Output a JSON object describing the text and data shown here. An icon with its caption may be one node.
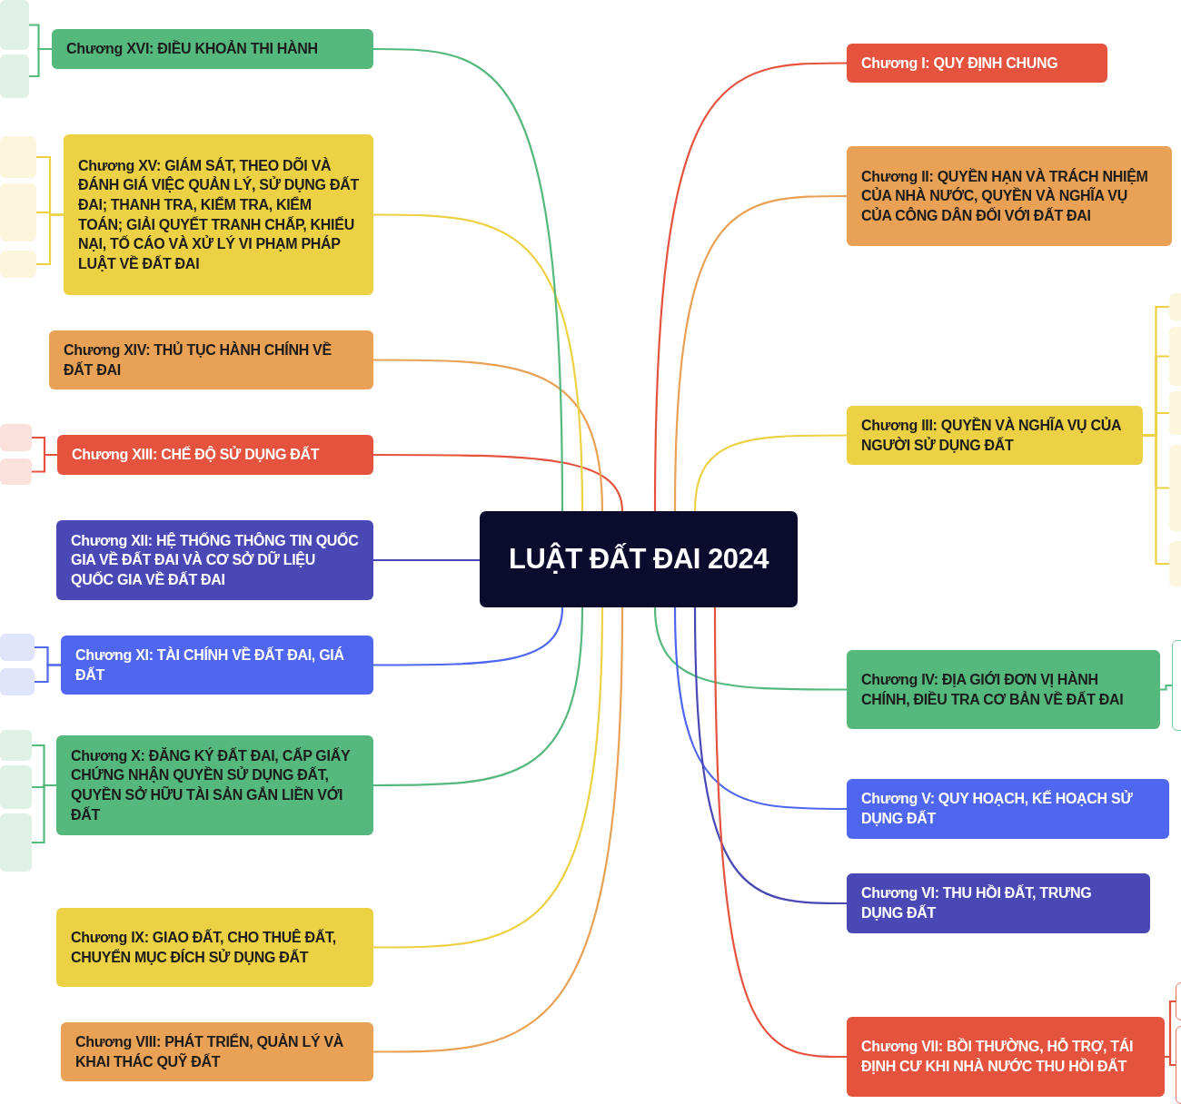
{
  "diagram": {
    "nodes": [
      {
        "text": [
          "LUẬT ĐẤT ĐAI 2024"
        ]
      },
      {
        "text": [
          "Chương I: QUY ĐỊNH CHUNG"
        ]
      },
      {
        "text": [
          "Chương II: QUYỀN HẠN VÀ TRÁCH NHIỆM CỦA NHÀ NƯỚC, QUYỀN VÀ NGHĨA VỤ CỦA CÔNG DÂN ĐỐI VỚI ĐẤT ĐAI"
        ]
      },
      {
        "text": [
          "Chương III: QUYỀN VÀ NGHĨA VỤ CỦA NGƯỜI SỬ DỤNG ĐẤT"
        ]
      },
      {
        "text": [
          "Chương IV: ĐỊA GIỚI ĐƠN VỊ HÀNH CHÍNH, ĐIỀU TRA CƠ BẢN VỀ ĐẤT ĐAI"
        ]
      },
      {
        "text": [
          "Chương V: QUY HOẠCH, KẾ HOẠCH SỬ DỤNG ĐẤT"
        ]
      },
      {
        "text": [
          "Chương VI: THU HỒI ĐẤT, TRƯNG DỤNG ĐẤT"
        ]
      },
      {
        "text": [
          "Chương VII: BỒI THƯỜNG, HỖ TRỢ, TÁI ĐỊNH CƯ KHI NHÀ NƯỚC THU HỒI ĐẤT"
        ]
      },
      {
        "text": [
          "Chương VIII: PHÁT TRIỂN, QUẢN LÝ VÀ KHAI THÁC QUỸ ĐẤT"
        ]
      },
      {
        "text": [
          "Chương IX: GIAO ĐẤT, CHO THUÊ ĐẤT, CHUYỂN MỤC ĐÍCH SỬ DỤNG ĐẤT"
        ]
      },
      {
        "text": [
          "Chương X: ĐĂNG KÝ ĐẤT ĐAI, CẤP GIẤY CHỨNG NHẬN QUYỀN SỬ DỤNG ĐẤT, QUYỀN SỞ HỮU TÀI SẢN GẮN LIỀN VỚI ĐẤT"
        ]
      },
      {
        "text": [
          "Chương XI: TÀI CHÍNH VỀ ĐẤT ĐAI, GIÁ ĐẤT"
        ]
      },
      {
        "text": [
          "Chương XII: HỆ THỐNG THÔNG TIN QUỐC GIA VỀ ĐẤT ĐAI VÀ CƠ SỞ DỮ LIỆU QUỐC GIA VỀ ĐẤT ĐAI"
        ]
      },
      {
        "text": [
          "Chương XIII: CHẾ ĐỘ SỬ DỤNG ĐẤT"
        ]
      },
      {
        "text": [
          "Chương XIV: THỦ TỤC HÀNH CHÍNH VỀ ĐẤT ĐAI"
        ]
      },
      {
        "text": [
          "Chương XV: GIÁM SÁT, THEO DÕI VÀ ĐÁNH GIÁ VIỆC QUẢN LÝ, SỬ DỤNG ĐẤT ĐAI; THANH TRA, KIỂM TRA, KIỂM TOÁN; GIẢI QUYẾT TRANH CHẤP, KHIẾU NẠI, TỐ CÁO VÀ XỬ LÝ VI PHẠM PHÁP LUẬT VỀ ĐẤT ĐAI"
        ]
      },
      {
        "text": [
          "Chương XVI: ĐIỀU KHOẢN THI HÀNH"
        ]
      },
      {
        "text": [],
        "shape": "box"
      },
      {
        "text": [],
        "shape": "box"
      },
      {
        "text": [],
        "shape": "box"
      },
      {
        "text": [],
        "shape": "box"
      },
      {
        "text": [],
        "shape": "box"
      },
      {
        "text": [],
        "shape": "box"
      },
      {
        "text": [],
        "shape": "box"
      },
      {
        "text": [],
        "shape": "box"
      },
      {
        "text": [],
        "shape": "box"
      },
      {
        "text": [],
        "shape": "box"
      },
      {
        "text": [],
        "shape": "box"
      },
      {
        "text": [],
        "shape": "box"
      },
      {
        "text": [],
        "shape": "box"
      },
      {
        "text": [],
        "shape": "box"
      },
      {
        "text": [],
        "shape": "box"
      },
      {
        "text": [],
        "shape": "box"
      },
      {
        "text": [],
        "shape": "box"
      },
      {
        "text": [],
        "shape": "box"
      },
      {
        "text": [],
        "shape": "box"
      },
      {
        "text": [],
        "shape": "box"
      }
    ],
    "edges": [
      {
        "from": 0,
        "to": 1,
        "arrow": "none",
        "color": "#e5533f"
      },
      {
        "from": 0,
        "to": 2,
        "arrow": "none",
        "color": "#e9a155"
      },
      {
        "from": 0,
        "to": 3,
        "arrow": "none",
        "color": "#ecd145"
      },
      {
        "from": 0,
        "to": 4,
        "arrow": "none",
        "color": "#55b87d"
      },
      {
        "from": 0,
        "to": 5,
        "arrow": "none",
        "color": "#4f66f0"
      },
      {
        "from": 0,
        "to": 6,
        "arrow": "none",
        "color": "#4a48b5"
      },
      {
        "from": 0,
        "to": 7,
        "arrow": "none",
        "color": "#e5533f"
      },
      {
        "from": 0,
        "to": 8,
        "arrow": "none",
        "color": "#e9a155"
      },
      {
        "from": 0,
        "to": 9,
        "arrow": "none",
        "color": "#ecd145"
      },
      {
        "from": 0,
        "to": 10,
        "arrow": "none",
        "color": "#55b87d"
      },
      {
        "from": 0,
        "to": 11,
        "arrow": "none",
        "color": "#4f66f0"
      },
      {
        "from": 0,
        "to": 12,
        "arrow": "none",
        "color": "#4a48b5"
      },
      {
        "from": 0,
        "to": 13,
        "arrow": "none",
        "color": "#e5533f"
      },
      {
        "from": 0,
        "to": 14,
        "arrow": "none",
        "color": "#e9a155"
      },
      {
        "from": 0,
        "to": 15,
        "arrow": "none",
        "color": "#ecd145"
      },
      {
        "from": 0,
        "to": 16,
        "arrow": "none",
        "color": "#55b87d"
      },
      {
        "from": 16,
        "to": 17,
        "arrow": "none",
        "color": "#55b87d"
      },
      {
        "from": 16,
        "to": 18,
        "arrow": "none",
        "color": "#55b87d"
      },
      {
        "from": 15,
        "to": 19,
        "arrow": "none",
        "color": "#ecd145"
      },
      {
        "from": 15,
        "to": 20,
        "arrow": "none",
        "color": "#ecd145"
      },
      {
        "from": 15,
        "to": 21,
        "arrow": "none",
        "color": "#ecd145"
      },
      {
        "from": 13,
        "to": 22,
        "arrow": "none",
        "color": "#e5533f"
      },
      {
        "from": 13,
        "to": 23,
        "arrow": "none",
        "color": "#e5533f"
      },
      {
        "from": 11,
        "to": 24,
        "arrow": "none",
        "color": "#4f66f0"
      },
      {
        "from": 11,
        "to": 25,
        "arrow": "none",
        "color": "#4f66f0"
      },
      {
        "from": 10,
        "to": 26,
        "arrow": "none",
        "color": "#55b87d"
      },
      {
        "from": 10,
        "to": 27,
        "arrow": "none",
        "color": "#55b87d"
      },
      {
        "from": 10,
        "to": 28,
        "arrow": "none",
        "color": "#55b87d"
      },
      {
        "from": 3,
        "to": 29,
        "arrow": "none",
        "color": "#ecd145"
      },
      {
        "from": 3,
        "to": 30,
        "arrow": "none",
        "color": "#ecd145"
      },
      {
        "from": 3,
        "to": 31,
        "arrow": "none",
        "color": "#ecd145"
      },
      {
        "from": 3,
        "to": 32,
        "arrow": "none",
        "color": "#ecd145"
      },
      {
        "from": 3,
        "to": 33,
        "arrow": "none",
        "color": "#ecd145"
      },
      {
        "from": 4,
        "to": 34,
        "arrow": "none",
        "color": "#55b87d"
      },
      {
        "from": 7,
        "to": 35,
        "arrow": "none",
        "color": "#e5533f"
      },
      {
        "from": 7,
        "to": 36,
        "arrow": "none",
        "color": "#e5533f"
      }
    ]
  }
}
